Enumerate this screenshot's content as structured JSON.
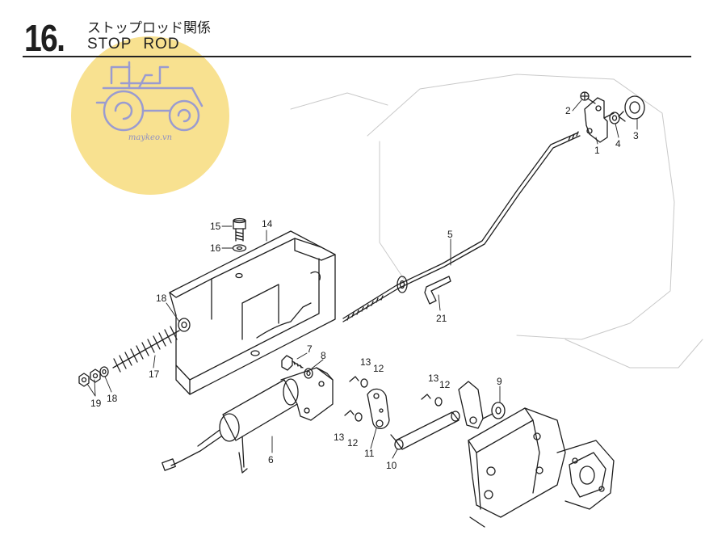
{
  "header": {
    "section_number": "16.",
    "title_jp": "ストップロッド関係",
    "title_en": "STOP ROD"
  },
  "watermark": {
    "text": "maykeo.vn",
    "color": "#f5d76e",
    "icon": "tractor-icon"
  },
  "callouts": {
    "c1": "1",
    "c2": "2",
    "c3": "3",
    "c4": "4",
    "c5": "5",
    "c6": "6",
    "c7": "7",
    "c8": "8",
    "c9": "9",
    "c10": "10",
    "c11": "11",
    "c12a": "12",
    "c12b": "12",
    "c12c": "12",
    "c13a": "13",
    "c13b": "13",
    "c13c": "13",
    "c14": "14",
    "c15": "15",
    "c16": "16",
    "c17": "17",
    "c18a": "18",
    "c18b": "18",
    "c19": "19",
    "c21": "21"
  }
}
